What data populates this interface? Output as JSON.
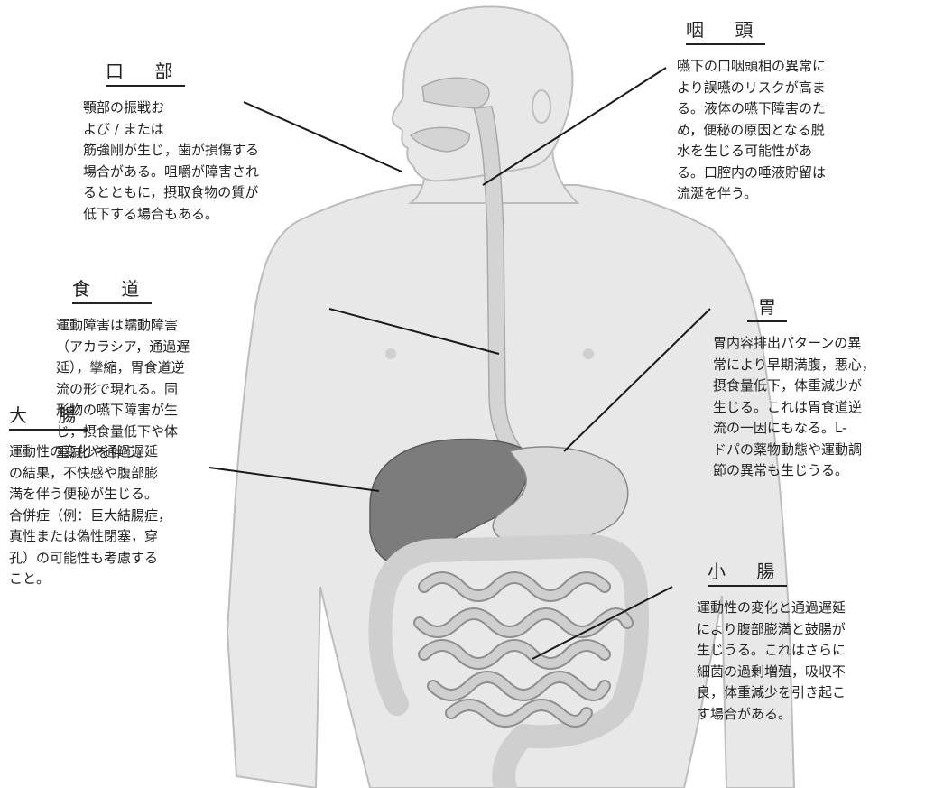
{
  "annotations": {
    "mouth": {
      "title": "口 部",
      "text": "顎部の振戦お\nよび / または\n筋強剛が生じ，歯が損傷する\n場合がある。咀嚼が障害され\nるとともに，摂取食物の質が\n低下する場合もある。"
    },
    "pharynx": {
      "title": "咽 頭",
      "text": "嚥下の口咽頭相の異常に\nより誤嚥のリスクが高ま\nる。液体の嚥下障害のた\nめ，便秘の原因となる脱\n水を生じる可能性があ\nる。口腔内の唾液貯留は\n流涎を伴う。"
    },
    "esophagus": {
      "title": "食 道",
      "text": "運動障害は蠕動障害\n（アカラシア，通過遅\n延），攣縮，胃食道逆\n流の形で現れる。固\n形物の嚥下障害が生\nじ，摂食量低下や体\n重減少を伴う。"
    },
    "stomach": {
      "title": "胃",
      "text": "胃内容排出パターンの異\n常により早期満腹，悪心，\n摂食量低下，体重減少が\n生じる。これは胃食道逆\n流の一因にもなる。L-\nドパの薬物動態や運動調\n節の異常も生じうる。"
    },
    "large_intestine": {
      "title": "大 腸",
      "text": "運動性の変化や通過遅延\nの結果，不快感や腹部膨\n満を伴う便秘が生じる。\n合併症（例：巨大結腸症，\n真性または偽性閉塞，穿\n孔）の可能性も考慮する\nこと。"
    },
    "small_intestine": {
      "title": "小 腸",
      "text": "運動性の変化と通過遅延\nにより腹部膨満と鼓腸が\n生じうる。これはさらに\n細菌の過剰増殖，吸収不\n良，体重減少を引き起こ\nす場合がある。"
    }
  },
  "colors": {
    "body_fill": "#e8e8e8",
    "body_outline": "#bdbdbd",
    "liver": "#7c7c7c",
    "stomach": "#d9d9d9",
    "intestine": "#cfcfcf",
    "intestine_edge": "#8f8f8f",
    "leader_line": "#1a1a1a"
  }
}
